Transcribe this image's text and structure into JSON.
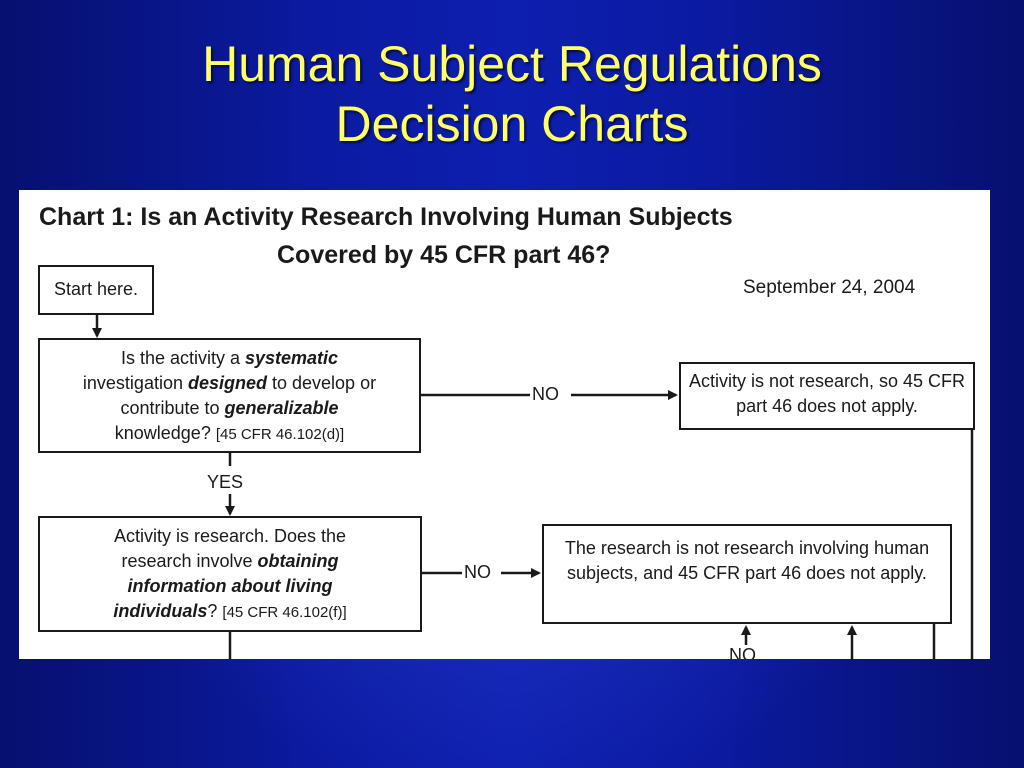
{
  "slide": {
    "title_line1": "Human Subject Regulations",
    "title_line2": "Decision Charts"
  },
  "chart": {
    "heading_line1": "Chart 1:  Is an Activity Research Involving Human Subjects",
    "heading_line2": "Covered by 45 CFR part 46?",
    "date": "September 24, 2004",
    "start": "Start here.",
    "q1": {
      "t1": "Is the activity a ",
      "e1": "systematic",
      "t2": "investigation ",
      "e2": "designed",
      "t3": " to develop or",
      "t4": "contribute to ",
      "e3": "generalizable",
      "t5": "knowledge? ",
      "cite": "[45 CFR 46.102(d)]"
    },
    "q1_no_result": "Activity is not research, so 45 CFR part 46 does not apply.",
    "q2": {
      "t1": "Activity is research.  Does the",
      "t2": "research involve ",
      "e1": "obtaining",
      "e2": "information about living",
      "e3": "individuals",
      "t3": "? ",
      "cite": "[45 CFR 46.102(f)]"
    },
    "q2_no_result": "The research is not research involving human subjects, and 45 CFR part 46 does not apply.",
    "no_label": "NO",
    "yes_label": "YES"
  }
}
